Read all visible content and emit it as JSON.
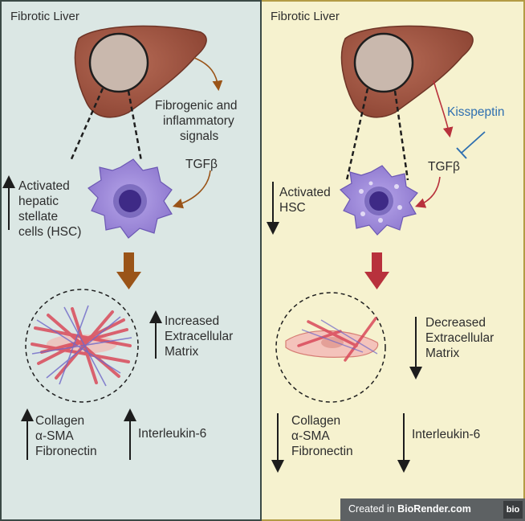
{
  "left": {
    "title": "Fibrotic Liver",
    "signals": [
      "Fibrogenic and",
      "inflammatory",
      "signals"
    ],
    "tgf": "TGFβ",
    "hsc": [
      "Activated",
      "hepatic",
      "stellate",
      "cells (HSC)"
    ],
    "matrix": [
      "Increased",
      "Extracellular",
      "Matrix"
    ],
    "markers": [
      "Collagen",
      "α-SMA",
      "Fibronectin"
    ],
    "interleukin": "Interleukin-6"
  },
  "right": {
    "title": "Fibrotic Liver",
    "kisspeptin": "Kisspeptin",
    "tgf": "TGFβ",
    "hsc": [
      "Activated",
      "HSC"
    ],
    "matrix": [
      "Decreased",
      "Extracellular",
      "Matrix"
    ],
    "markers": [
      "Collagen",
      "α-SMA",
      "Fibronectin"
    ],
    "interleukin": "Interleukin-6"
  },
  "credit": {
    "prefix": "Created in ",
    "brand": "BioRender.com",
    "logo": "bio"
  },
  "colors": {
    "left_bg": "#dbe7e4",
    "right_bg": "#f6f2cf",
    "left_arrow": "#9a5418",
    "right_arrow": "#b8313c",
    "inhibit": "#2e6fb0",
    "cell": "#9b86d6",
    "nucleus": "#3e2a86"
  }
}
